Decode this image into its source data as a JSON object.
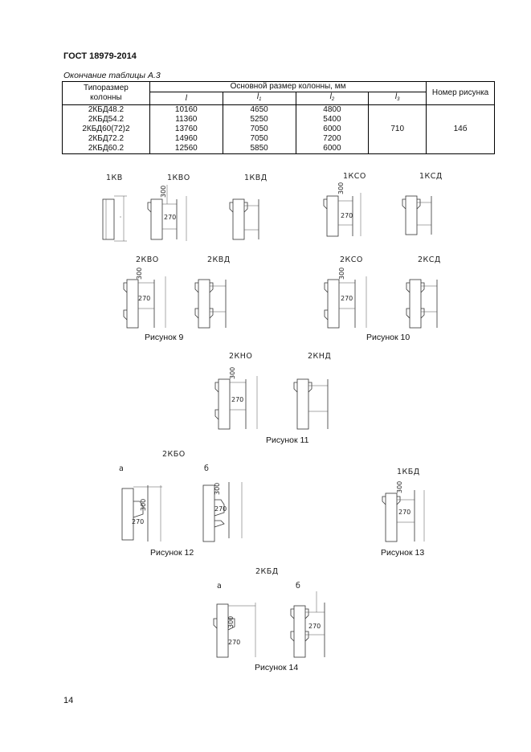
{
  "header": {
    "standard": "ГОСТ 18979-2014"
  },
  "table_caption": "Окончание таблицы А.3",
  "table": {
    "head_type": "Типоразмер колонны",
    "head_main": "Основной размер колонны, мм",
    "head_fig": "Номер рисунка",
    "sub_l": "l",
    "sub_l1_base": "l",
    "sub_l1_idx": "1",
    "sub_l2_base": "l",
    "sub_l2_idx": "2",
    "sub_l3_base": "l",
    "sub_l3_idx": "3",
    "rows": [
      {
        "type": "2КБД48.2",
        "l": "10160",
        "l1": "4650",
        "l2": "4800"
      },
      {
        "type": "2КБД54.2",
        "l": "11360",
        "l1": "5250",
        "l2": "5400"
      },
      {
        "type": "2КБД60(72)2",
        "l": "13760",
        "l1": "7050",
        "l2": "6000"
      },
      {
        "type": "2КБД72.2",
        "l": "14960",
        "l1": "7050",
        "l2": "7200"
      },
      {
        "type": "2КБД60.2",
        "l": "12560",
        "l1": "5850",
        "l2": "6000"
      }
    ],
    "l3_value": "710",
    "fig_value": "14б"
  },
  "labels": {
    "kv": "1КВ",
    "kvo": "1КВО",
    "kvd": "1КВД",
    "kso": "1КСО",
    "ksd": "1КСД",
    "kvo2": "2КВО",
    "kvd2": "2КВД",
    "kso2": "2КСО",
    "ksd2": "2КСД",
    "kno2": "2КНО",
    "knd2": "2КНД",
    "kbo2": "2КБО",
    "kbd1": "1КБД",
    "kbd2": "2КБД",
    "a": "а",
    "b": "б"
  },
  "dims": {
    "d300": "300",
    "d270": "270"
  },
  "captions": {
    "fig9": "Рисунок  9",
    "fig10": "Рисунок  10",
    "fig11": "Рисунок  11",
    "fig12": "Рисунок  12",
    "fig13": "Рисунок  13",
    "fig14": "Рисунок  14"
  },
  "page_number": "14"
}
